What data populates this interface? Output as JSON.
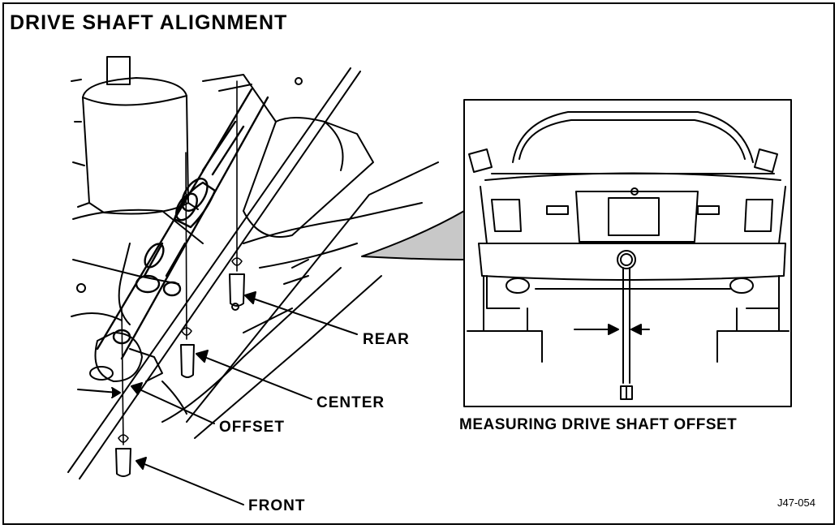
{
  "title": "DRIVE SHAFT ALIGNMENT",
  "labels": {
    "rear": "REAR",
    "center": "CENTER",
    "offset": "OFFSET",
    "front": "FRONT"
  },
  "inset_caption": "MEASURING DRIVE SHAFT OFFSET",
  "figure_id": "J47-054"
}
